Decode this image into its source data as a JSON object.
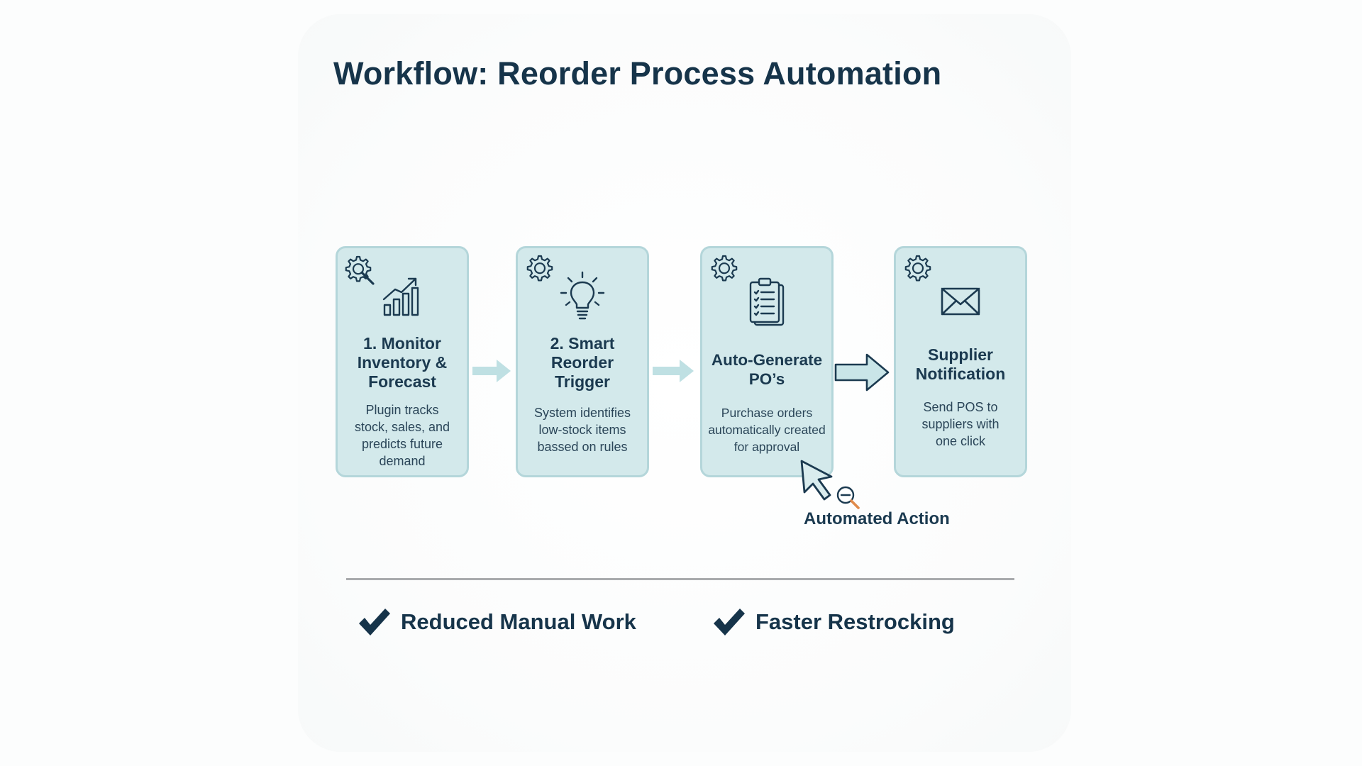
{
  "title": "Workflow: Reorder Process Automation",
  "steps": [
    {
      "title": "1. Monitor\nInventory &\nForecast",
      "description": "Plugin tracks\nstock, sales, and\npredicts future\ndemand",
      "icons": [
        "gear-search-icon",
        "growth-chart-icon"
      ]
    },
    {
      "title": "2. Smart\nReorder\nTrigger",
      "description": "System identifies\nlow-stock items\nbassed on rules",
      "icons": [
        "gear-icon",
        "lightbulb-icon"
      ]
    },
    {
      "title": "Auto-Generate\nPO’s",
      "description": "Purchase orders\nautomatically created\nfor approval",
      "icons": [
        "gear-icon",
        "clipboard-checklist-icon"
      ]
    },
    {
      "title": "Supplier\nNotification",
      "description": "Send POS to\nsuppliers with\none click",
      "icons": [
        "gear-icon",
        "envelope-icon"
      ]
    }
  ],
  "automation": {
    "label": "Automated Action",
    "icons": [
      "cursor-arrow-icon",
      "magnifier-icon"
    ]
  },
  "benefits": [
    {
      "label": "Reduced Manual Work",
      "icon": "checkmark-icon"
    },
    {
      "label": "Faster Restrocking",
      "icon": "checkmark-icon"
    }
  ],
  "colors": {
    "card_fill": "#d3e9eb",
    "card_border": "#b4d6da",
    "text_dark": "#1b3a50",
    "flow_arrow_light": "#bfe0e3",
    "accent_orange": "#e08a4a"
  }
}
